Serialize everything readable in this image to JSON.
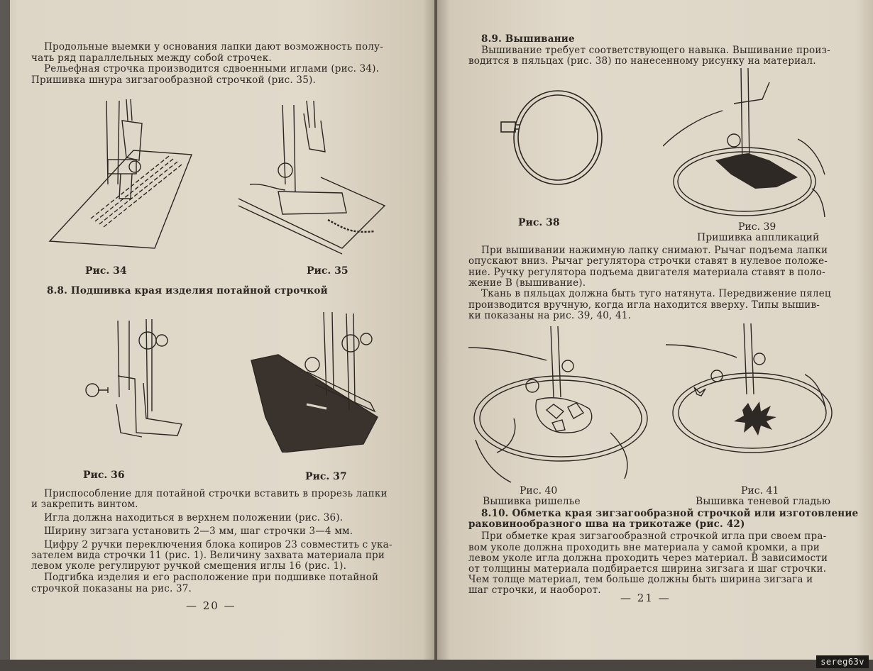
{
  "left_page": {
    "intro_lines": [
      "Продольные выемки у основания лапки дают возможность полу-",
      "чать ряд параллельных между собой строчек.",
      "Рельефная строчка производится сдвоенными иглами (рис. 34).",
      "Пришивка шнура зигзагообразной строчкой (рис. 35)."
    ],
    "fig34_caption": "Рис. 34",
    "fig35_caption": "Рис. 35",
    "section_heading": "8.8. Подшивка края изделия потайной строчкой",
    "fig36_caption": "Рис. 36",
    "fig37_caption": "Рис. 37",
    "body_lines": [
      "Приспособление для потайной строчки вставить в прорезь лапки",
      "и закрепить винтом.",
      "Игла должна находиться в верхнем положении (рис. 36).",
      "Ширину зигзага установить 2—3 мм, шаг строчки 3—4 мм.",
      "Цифру 2 ручки переключения блока копиров 23 совместить с ука-",
      "зателем вида строчки 11 (рис. 1). Величину захвата материала при",
      "левом уколе регулируют ручкой смещения иглы 16 (рис. 1).",
      "Подгибка изделия и его расположение при подшивке потайной",
      "строчкой показаны на рис. 37."
    ],
    "page_number": "— 20 —"
  },
  "right_page": {
    "section_heading": "8.9. Вышивание",
    "intro_lines": [
      "Вышивание требует соответствующего навыка. Вышивание произ-",
      "водится в пяльцах (рис. 38) по нанесенному рисунку на материал."
    ],
    "fig38_caption": "Рис. 38",
    "fig39_caption": "Рис. 39",
    "fig39_subcaption": "Пришивка аппликаций",
    "body_lines": [
      "При вышивании нажимную лапку снимают. Рычаг подъема лапки",
      "опускают вниз. Рычаг регулятора строчки ставят в нулевое положе-",
      "ние. Ручку регулятора подъема двигателя материала ставят в поло-",
      "жение В (вышивание).",
      "Ткань в пяльцах должна быть туго натянута. Передвижение пялец",
      "производится вручную, когда игла находится вверху. Типы вышив-",
      "ки показаны на рис. 39, 40, 41."
    ],
    "fig40_caption": "Рис. 40",
    "fig40_subcaption": "Вышивка ришелье",
    "fig41_caption": "Рис. 41",
    "fig41_subcaption": "Вышивка теневой гладью",
    "section2_heading_lines": [
      "8.10. Обметка края зигзагообразной строчкой или изготовление",
      "раковинообразного шва на трикотаже (рис. 42)"
    ],
    "section2_lines": [
      "При обметке края зигзагообразной строчкой игла при своем пра-",
      "вом уколе должна проходить вне материала у самой кромки, а при",
      "левом уколе игла должна проходить через материал. В зависимости",
      "от толщины материала подбирается ширина зигзага и шаг строчки.",
      "Чем толще материал, тем больше должны быть ширина зигзага и",
      "шаг строчки, и наоборот."
    ],
    "page_number": "— 21 —"
  },
  "watermark": "sereg63v"
}
